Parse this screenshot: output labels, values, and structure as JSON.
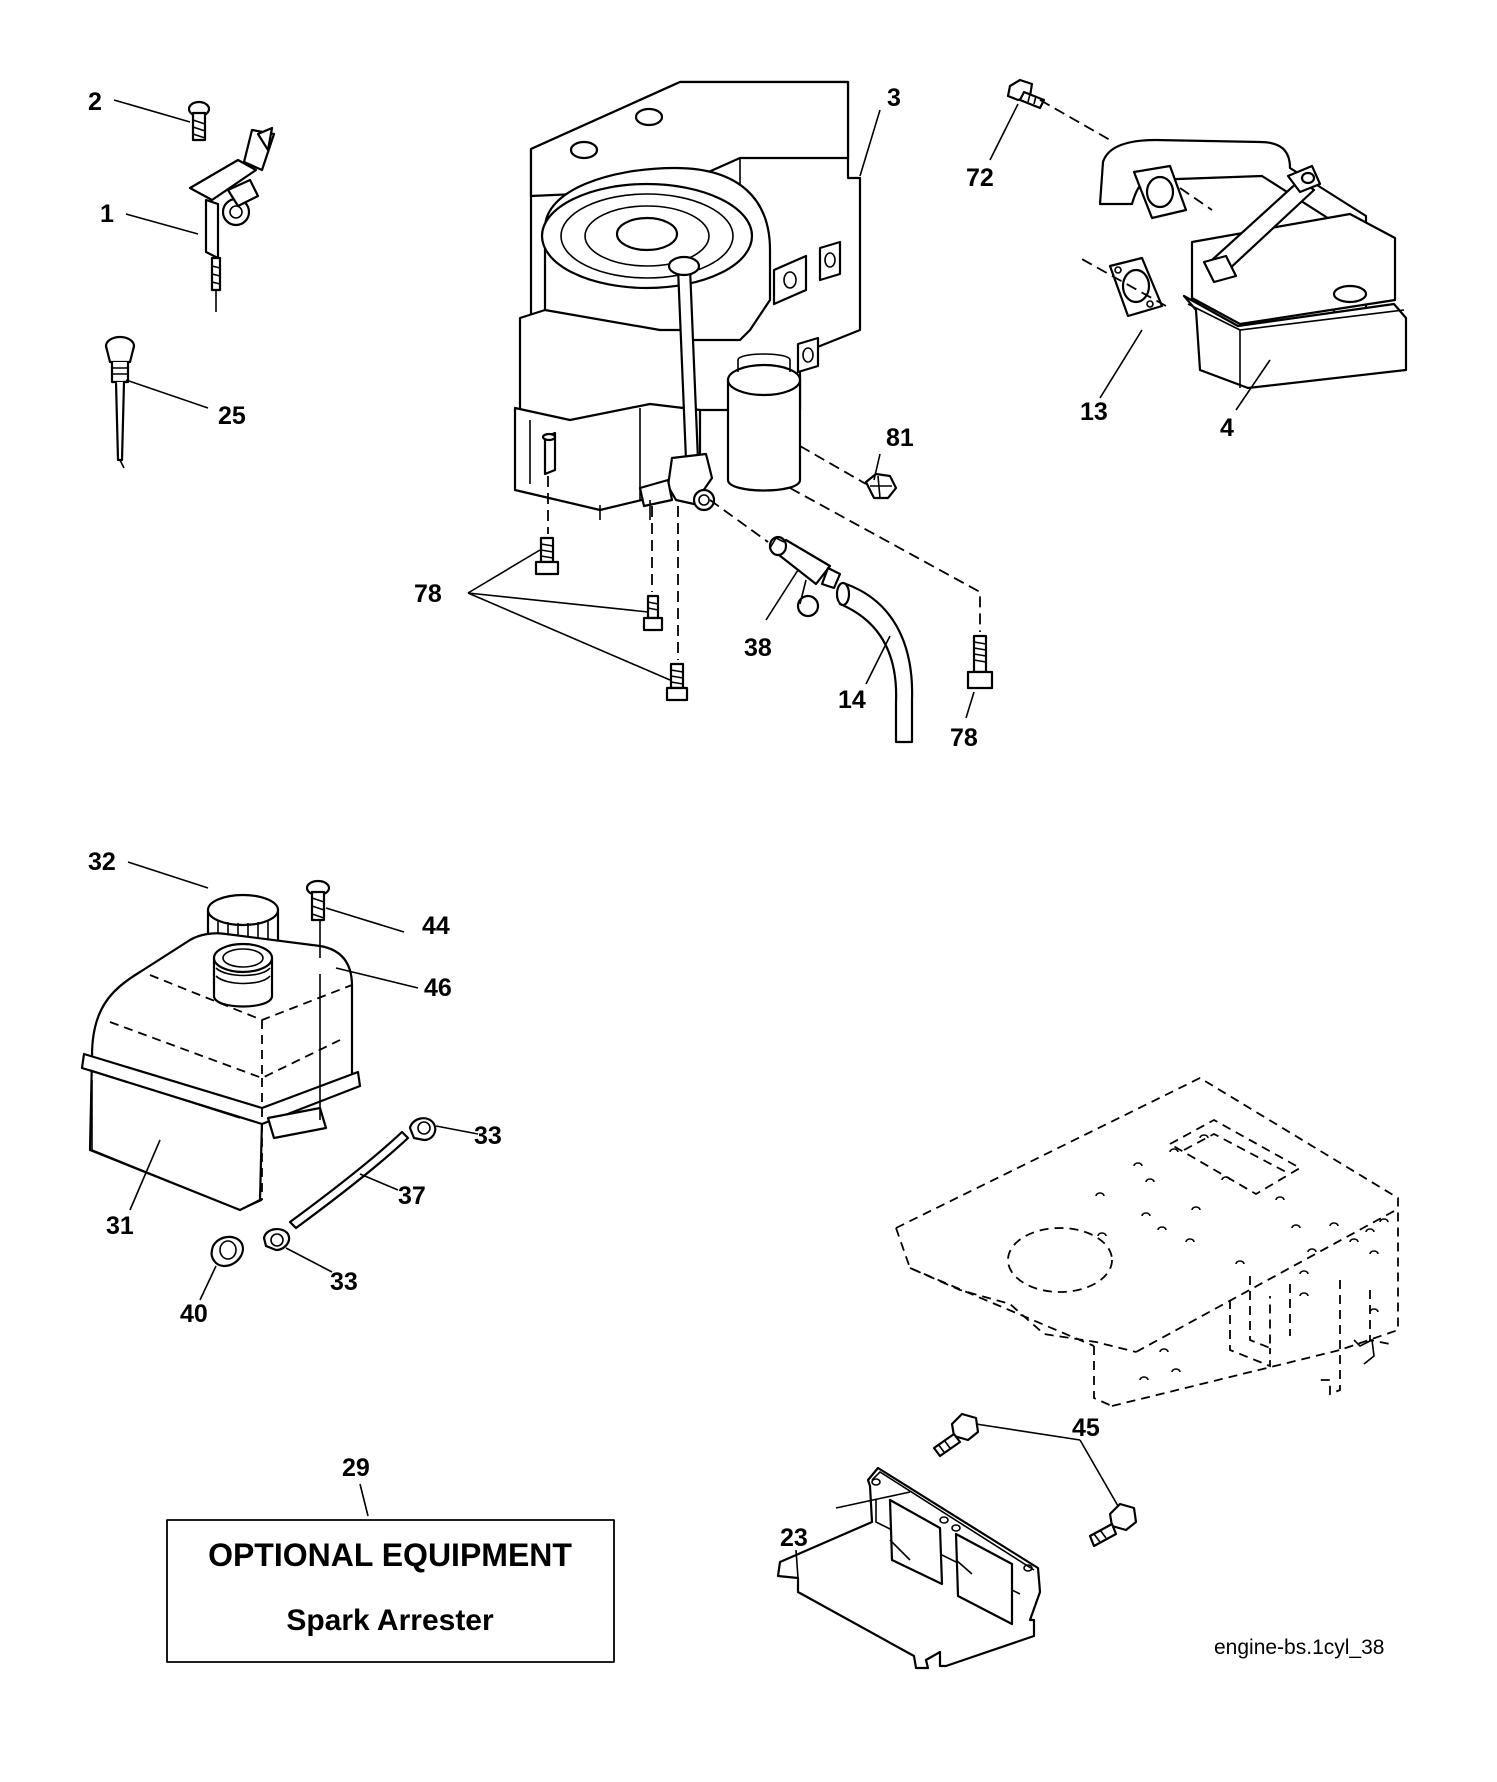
{
  "labels": {
    "p1": "1",
    "p2": "2",
    "p3": "3",
    "p4": "4",
    "p13": "13",
    "p14": "14",
    "p23": "23",
    "p25": "25",
    "p29": "29",
    "p31": "31",
    "p32": "32",
    "p33a": "33",
    "p33b": "33",
    "p37": "37",
    "p38": "38",
    "p40": "40",
    "p44": "44",
    "p45": "45",
    "p46": "46",
    "p72": "72",
    "p78a": "78",
    "p78b": "78",
    "p81": "81"
  },
  "optional_box": {
    "title": "OPTIONAL EQUIPMENT",
    "subtitle": "Spark Arrester"
  },
  "diagram_id": "engine-bs.1cyl_38"
}
